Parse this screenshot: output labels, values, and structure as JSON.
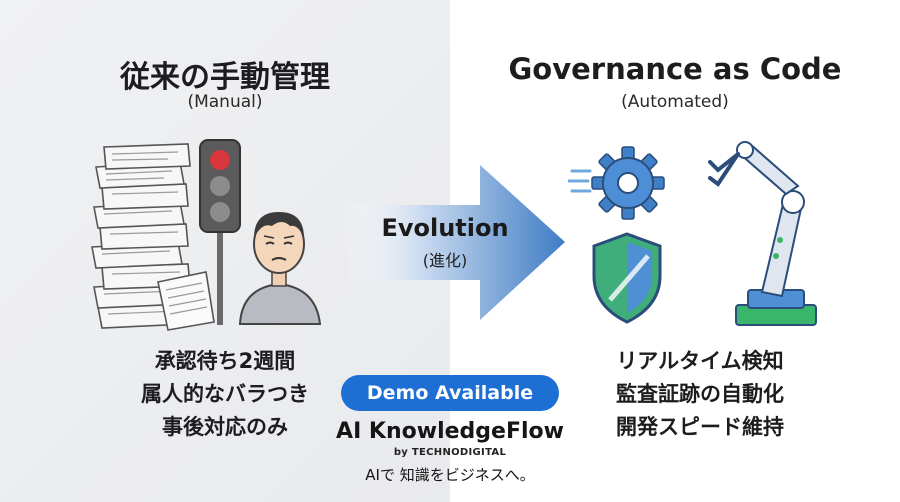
{
  "left": {
    "title": "従来の手動管理",
    "subtitle": "(Manual)",
    "points": [
      "承認待ち2週間",
      "属人的なバラつき",
      "事後対応のみ"
    ]
  },
  "right": {
    "title": "Governance as Code",
    "subtitle": "(Automated)",
    "points": [
      "リアルタイム検知",
      "監査証跡の自動化",
      "開発スピード維持"
    ]
  },
  "arrow": {
    "label": "Evolution",
    "sublabel": "(進化)"
  },
  "footer": {
    "badge": "Demo Available",
    "brand": "AI KnowledgeFlow",
    "by": "by TECHNODIGITAL",
    "tagline": "AIで 知識をビジネスへ。"
  },
  "colors": {
    "accent_blue": "#1e6fd4",
    "arrow_blue": "#4a86c8",
    "traffic_red": "#d9363e",
    "shield_green": "#3fae7a",
    "robot_base_green": "#3ab56c"
  },
  "icons": [
    "paper-stack-icon",
    "traffic-light-icon",
    "tired-person-icon",
    "gear-icon",
    "shield-icon",
    "robot-arm-icon",
    "arrow-right-icon"
  ]
}
